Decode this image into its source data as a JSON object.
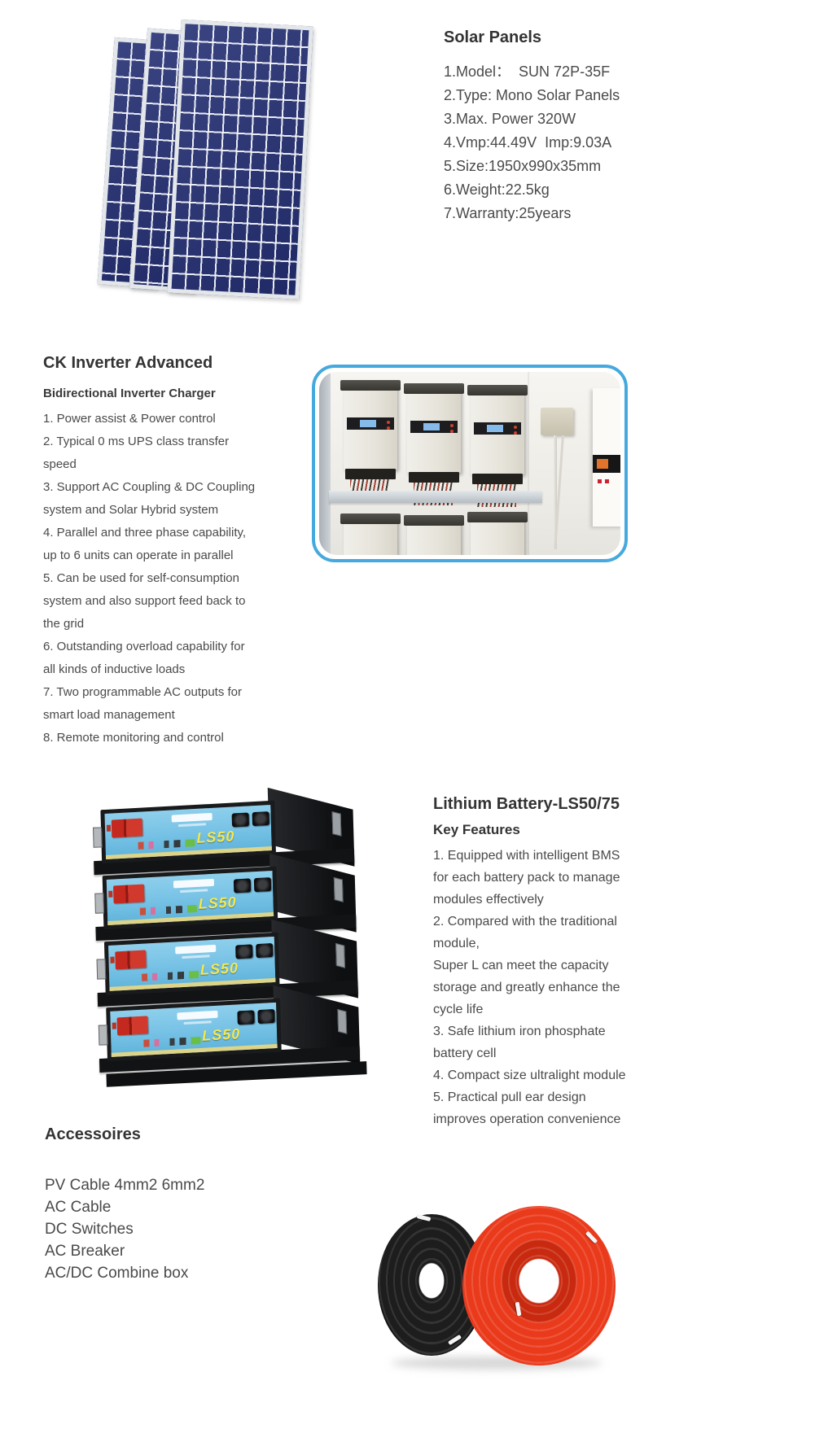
{
  "solar": {
    "title": "Solar Panels",
    "specs": [
      "1.Model：  SUN 72P-35F",
      "2.Type: Mono Solar Panels",
      "3.Max. Power 320W",
      "4.Vmp:44.49V  Imp:9.03A",
      "5.Size:1950x990x35mm",
      "6.Weight:22.5kg",
      "7.Warranty:25years"
    ]
  },
  "inverter": {
    "title": "CK Inverter Advanced",
    "subtitle": "Bidirectional Inverter Charger",
    "feature_lines": [
      "1. Power assist & Power control",
      "2. Typical 0 ms UPS class transfer",
      "speed",
      "3. Support AC Coupling & DC Coupling",
      "system and Solar Hybrid system",
      "4. Parallel and three phase capability,",
      "up to 6 units can operate in parallel",
      "5. Can be used for self-consumption",
      "system and also support feed back to",
      "the grid",
      "6. Outstanding overload capability for",
      "all kinds of inductive loads",
      "7. Two programmable AC outputs for",
      "smart load management",
      "8. Remote monitoring and control"
    ]
  },
  "battery": {
    "title": "Lithium Battery-LS50/75",
    "subtitle": "Key Features",
    "feature_lines": [
      "1. Equipped with intelligent BMS",
      "for each battery pack to manage",
      "modules effectively",
      "2. Compared with the traditional",
      "module,",
      "Super L can meet the capacity",
      "storage and greatly enhance the",
      "cycle life",
      "3. Safe lithium iron phosphate",
      "battery cell",
      "4. Compact size ultralight module",
      "5. Practical pull ear design",
      "improves operation convenience"
    ],
    "unit_label": "LS50",
    "unit_count": 4
  },
  "accessories": {
    "title": "Accessoires",
    "items": [
      "PV Cable 4mm2 6mm2",
      "AC Cable",
      "DC Switches",
      "AC Breaker",
      "AC/DC Combine box"
    ]
  },
  "colors": {
    "photo_border": "#46a9de",
    "solar_cell_blue": "#242f73",
    "battery_panel_blue": "#7cc6e8",
    "battery_label_yellow": "#f4e84f",
    "cable_black": "#1d1d1d",
    "cable_red": "#ea3a1c",
    "heading_text": "#333333",
    "body_text": "#4a4a4a"
  }
}
